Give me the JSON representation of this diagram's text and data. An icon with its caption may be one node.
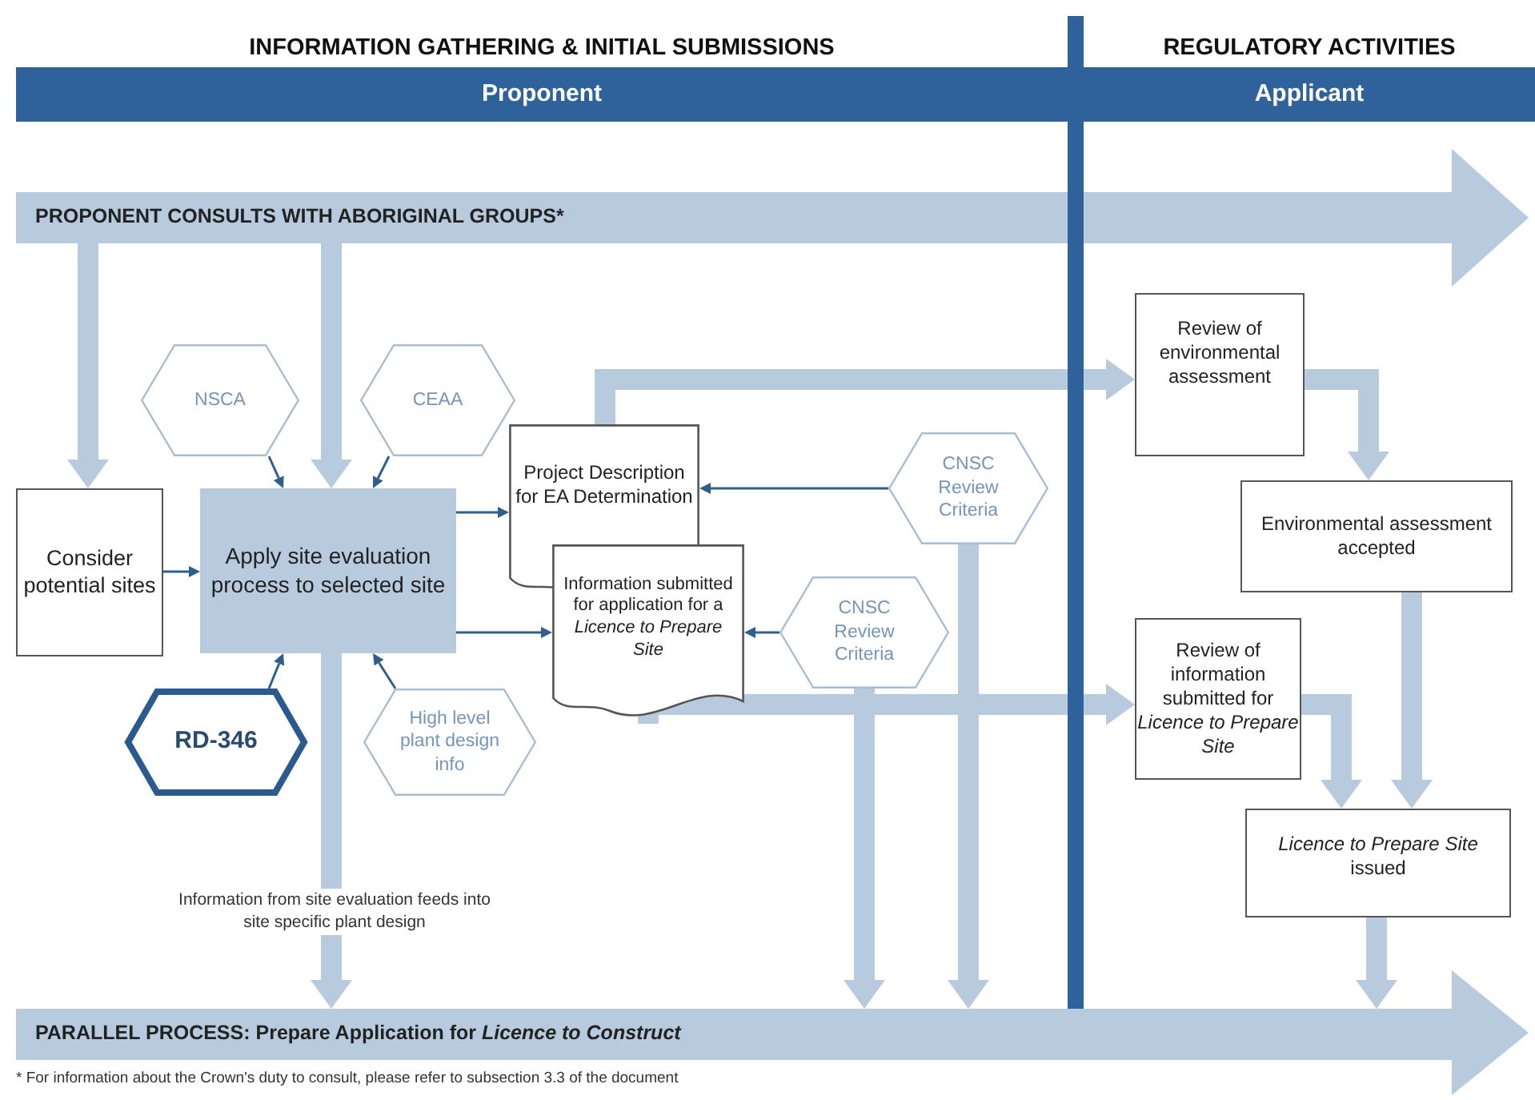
{
  "diagram": {
    "nodes": [
      {
        "text": [
          "Proponent"
        ],
        "beside": [
          "INFORMATION GATHERING & INITIAL SUBMISSIONS"
        ]
      },
      {
        "text": [
          "Applicant"
        ],
        "beside": [
          "REGULATORY ACTIVITIES"
        ]
      },
      {
        "text": [
          "PROPONENT CONSULTS WITH ABORIGINAL GROUPS*"
        ]
      },
      {
        "text": [
          "NSCA"
        ]
      },
      {
        "text": [
          "CEAA"
        ]
      },
      {
        "text": [
          "Consider potential sites"
        ]
      },
      {
        "text": [
          "Apply site evaluation process to selected site"
        ]
      },
      {
        "text": [
          "Project Description for EA Determination"
        ]
      },
      {
        "text": [
          "CNSC Review Criteria"
        ]
      },
      {
        "text": [
          "Information submitted for application for a *Licence to Prepare Site*"
        ]
      },
      {
        "text": [
          "CNSC Review Criteria"
        ]
      },
      {
        "text": [
          "RD-346"
        ]
      },
      {
        "text": [
          "High level plant design info"
        ]
      },
      {
        "text": [
          "Review of environmental assessment"
        ]
      },
      {
        "text": [
          "Environmental assessment accepted"
        ]
      },
      {
        "text": [
          "Review of information submitted for *Licence to Prepare Site*"
        ]
      },
      {
        "text": [
          "*Licence to Prepare Site* issued"
        ]
      },
      {
        "text": [
          "PARALLEL PROCESS: Prepare Application for *Licence to Construct*"
        ]
      }
    ],
    "edges": [
      {
        "from": 2,
        "to": 5,
        "arrow": "to"
      },
      {
        "from": 2,
        "to": 6,
        "arrow": "to"
      },
      {
        "from": 7,
        "to": 13,
        "arrow": "to"
      },
      {
        "from": 9,
        "to": 15,
        "arrow": "to"
      },
      {
        "from": 13,
        "to": 14,
        "arrow": "to"
      },
      {
        "from": 14,
        "to": 16,
        "arrow": "to"
      },
      {
        "from": 15,
        "to": 16,
        "arrow": "to"
      },
      {
        "from": 16,
        "to": 17,
        "arrow": "to"
      },
      {
        "from": 6,
        "to": 17,
        "arrow": "to",
        "label": "Information from site evaluation feeds into site specific plant design"
      },
      {
        "from": 10,
        "to": 17,
        "arrow": "to"
      },
      {
        "from": 8,
        "to": 17,
        "arrow": "to"
      },
      {
        "from": 3,
        "to": 6,
        "arrow": "to",
        "color": "#2f5f8f"
      },
      {
        "from": 4,
        "to": 6,
        "arrow": "to",
        "color": "#2f5f8f"
      },
      {
        "from": 5,
        "to": 6,
        "arrow": "to",
        "color": "#2f5f8f"
      },
      {
        "from": 6,
        "to": 7,
        "arrow": "to",
        "color": "#2f5f8f"
      },
      {
        "from": 6,
        "to": 9,
        "arrow": "to",
        "color": "#2f5f8f"
      },
      {
        "from": 8,
        "to": 7,
        "arrow": "to",
        "color": "#2f5f8f"
      },
      {
        "from": 10,
        "to": 9,
        "arrow": "to",
        "color": "#2f5f8f"
      },
      {
        "from": 11,
        "to": 6,
        "arrow": "to",
        "color": "#2f5f8f"
      },
      {
        "from": 12,
        "to": 6,
        "arrow": "to",
        "color": "#2f5f8f"
      }
    ],
    "labels": [
      "* For information about the Crown's duty to consult, please refer to subsection 3.3 of the document"
    ]
  }
}
